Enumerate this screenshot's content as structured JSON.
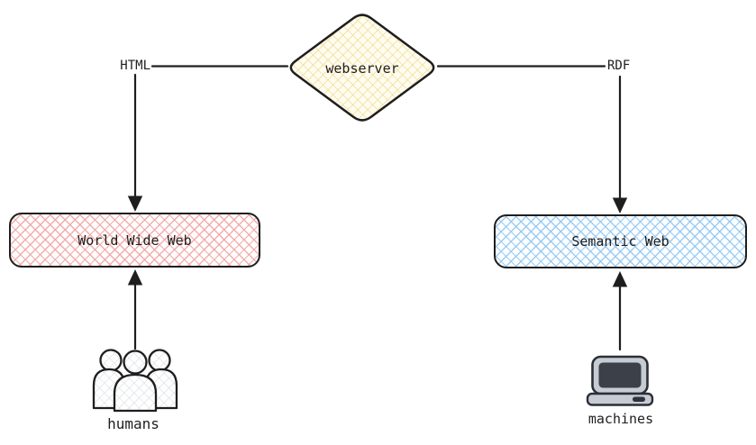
{
  "diagram": {
    "nodes": {
      "webserver": {
        "label": "webserver"
      },
      "world_wide_web": {
        "label": "World Wide Web"
      },
      "semantic_web": {
        "label": "Semantic Web"
      },
      "humans": {
        "label": "humans"
      },
      "machines": {
        "label": "machines"
      }
    },
    "edge_labels": {
      "html": "HTML",
      "rdf": "RDF"
    },
    "colors": {
      "ink": "#1e1e1e",
      "webserver_hatch": "#efd584",
      "world_wide_web_hatch": "#f0a0a0",
      "semantic_web_hatch": "#8cc4f2",
      "humans_hatch": "#d9dee4",
      "machine_body": "#c7ccd3",
      "machine_screen": "#3b4049"
    }
  }
}
